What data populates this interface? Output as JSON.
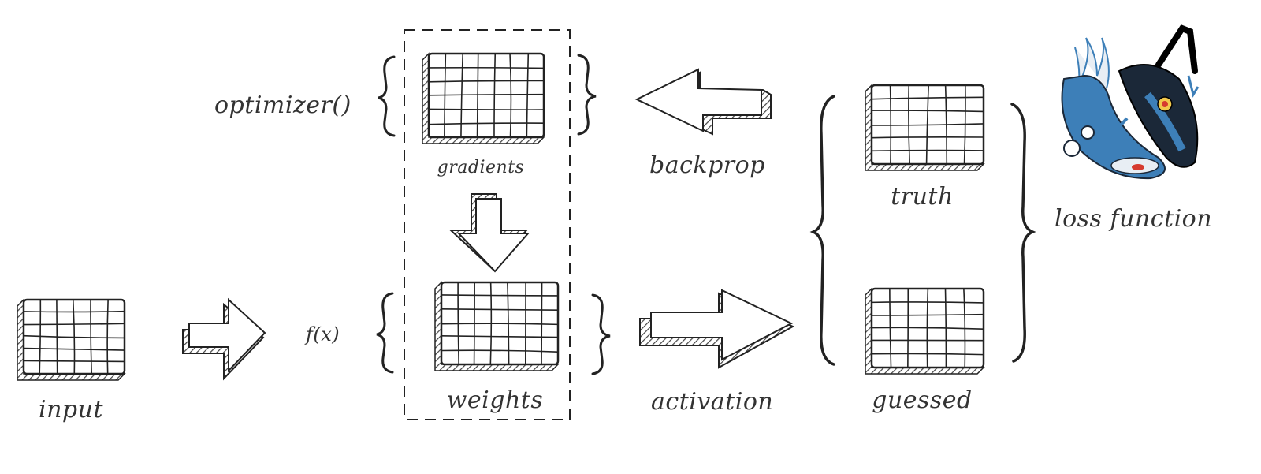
{
  "labels": {
    "input": "input",
    "fx": "f(x)",
    "weights": "weights",
    "gradients": "gradients",
    "optimizer": "optimizer()",
    "backprop": "backprop",
    "activation": "activation",
    "truth": "truth",
    "guessed": "guessed",
    "loss_function": "loss function"
  },
  "grids": [
    {
      "name": "input-grid",
      "rows": 6,
      "cols": 6
    },
    {
      "name": "gradients-grid",
      "rows": 6,
      "cols": 7
    },
    {
      "name": "weights-grid",
      "rows": 6,
      "cols": 7
    },
    {
      "name": "truth-grid",
      "rows": 6,
      "cols": 6
    },
    {
      "name": "guessed-grid",
      "rows": 6,
      "cols": 6
    }
  ],
  "colors": {
    "ink": "#222222",
    "shadow": "#555555",
    "mascot_blue": "#3d7fb8",
    "mascot_dark": "#1b2838",
    "mascot_red": "#d63b2f",
    "mascot_yellow": "#f2c94c"
  },
  "icons": [
    "arrow-right-icon",
    "arrow-left-icon",
    "arrow-down-icon",
    "brace-icon",
    "mascot-icon"
  ]
}
